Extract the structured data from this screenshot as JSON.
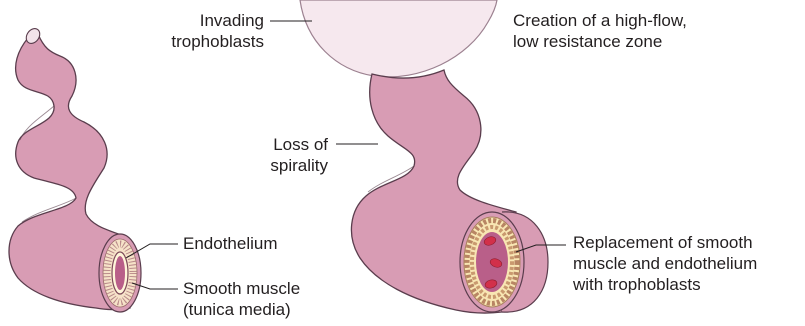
{
  "labels": {
    "invading": [
      "Invading",
      "trophoblasts"
    ],
    "creation": [
      "Creation of a high-flow,",
      "low resistance zone"
    ],
    "loss": [
      "Loss of",
      "spirality"
    ],
    "endothelium": "Endothelium",
    "smooth_muscle": [
      "Smooth muscle",
      "(tunica media)"
    ],
    "replacement": [
      "Replacement of smooth",
      "muscle and endothelium",
      "with trophoblasts"
    ]
  },
  "colors": {
    "vessel_fill": "#d89cb4",
    "vessel_outline": "#5a3d4d",
    "dome_fill": "#f6e8ee",
    "dome_outline": "#9c8190",
    "lumen": "#b95f89",
    "muscle_ring": "#f8e6b3",
    "red_cell": "#d2304a",
    "text": "#231f20"
  }
}
